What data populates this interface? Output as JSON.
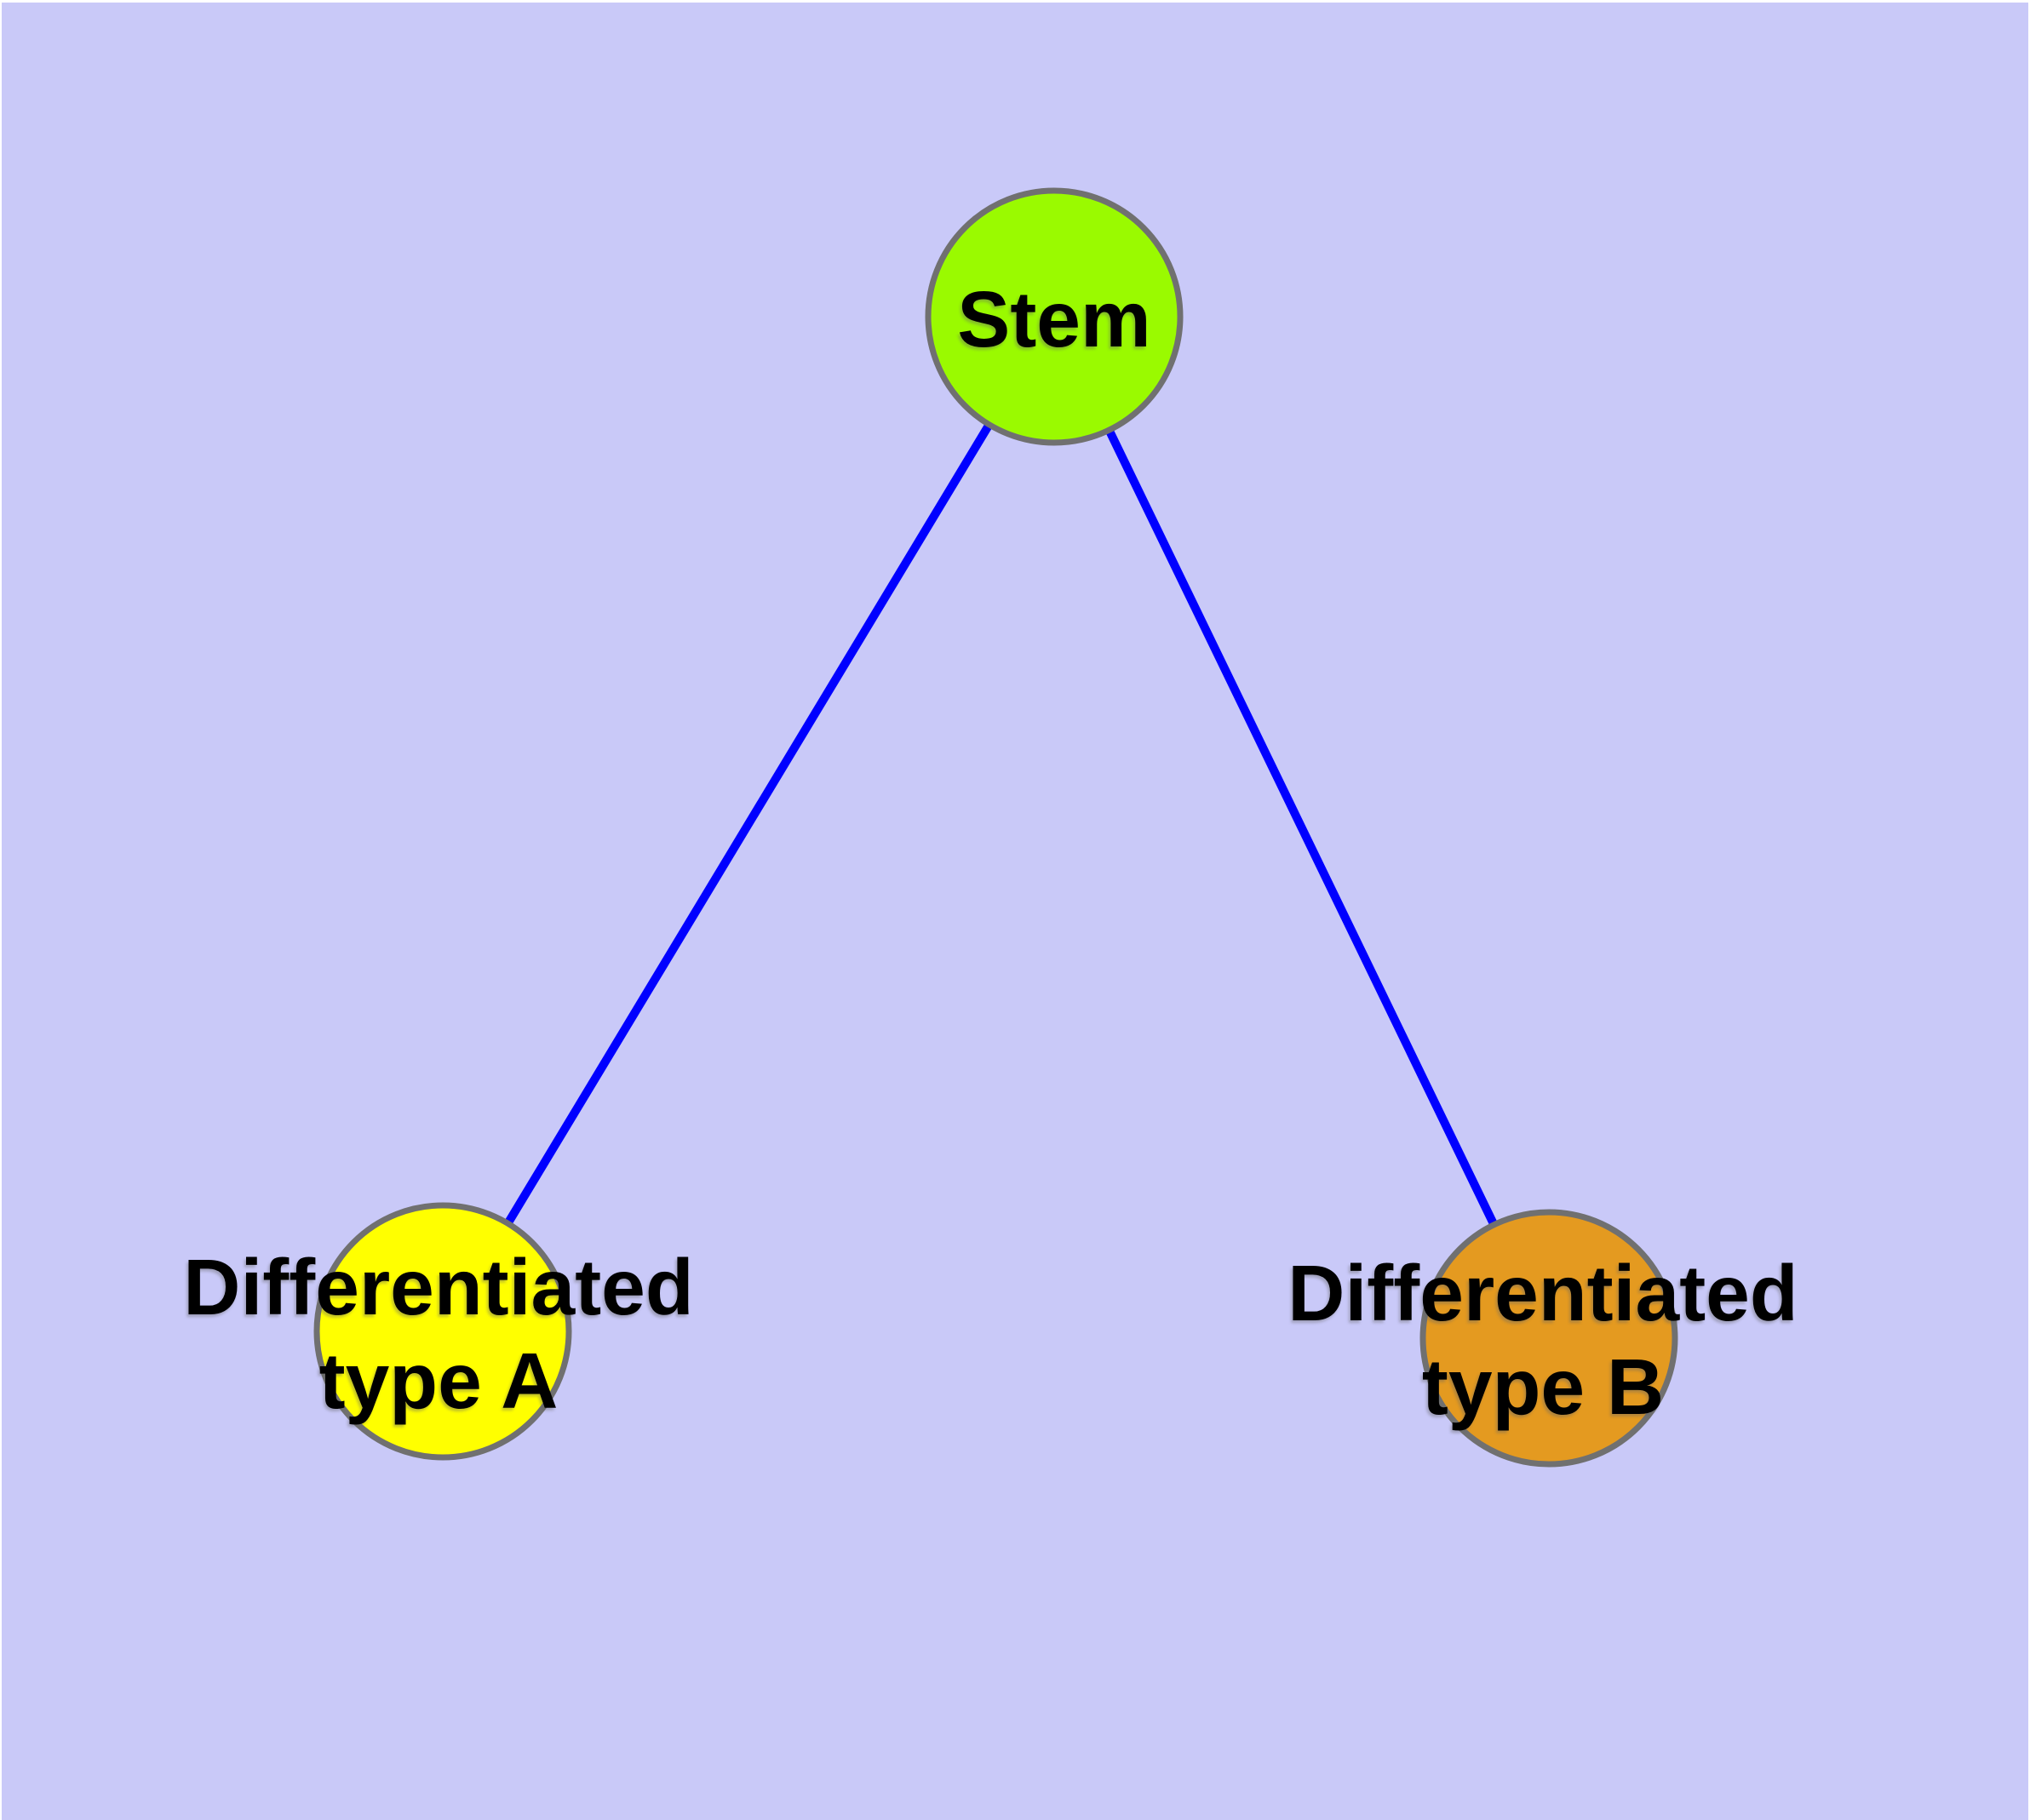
{
  "diagram": {
    "background_color": "#c9c9f8",
    "edge_color": "#0000ff",
    "node_border_color": "#707070",
    "nodes": [
      {
        "id": "stem",
        "label": "Stem",
        "fill": "#9afa00"
      },
      {
        "id": "differentiated-type-a",
        "label": "Differentiated\ntype A",
        "fill": "#ffff00"
      },
      {
        "id": "differentiated-type-b",
        "label": "Differentiated\ntype B",
        "fill": "#e49a20"
      }
    ],
    "edges": [
      {
        "from": "Stem",
        "to": "Differentiated type A"
      },
      {
        "from": "Stem",
        "to": "Differentiated type B"
      }
    ]
  }
}
